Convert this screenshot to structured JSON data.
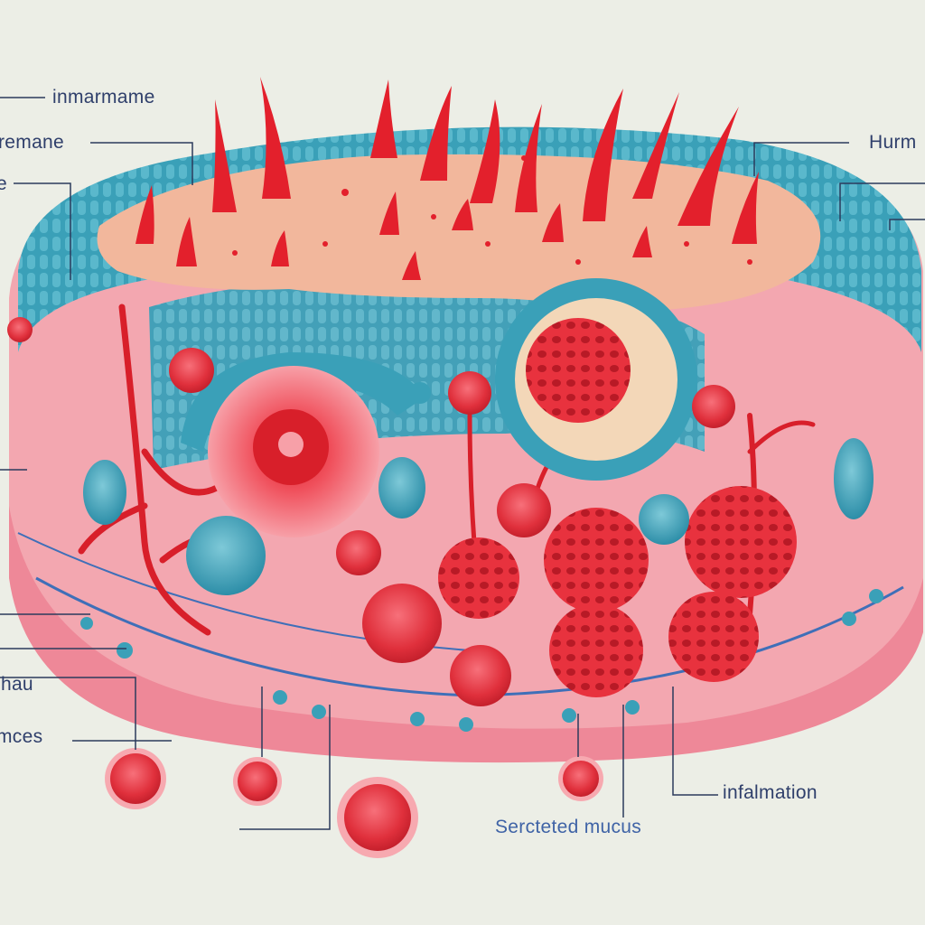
{
  "labels": {
    "top_left_1": "inmarmame",
    "top_left_2": "remane",
    "top_left_3": "e",
    "top_right": "Hurm",
    "mid_left": "ihau",
    "low_left": "mces",
    "right_low": "infalmation",
    "bottom_center": "Sercteted mucus"
  },
  "colors": {
    "background": "#eceee6",
    "epithelium_blue": "#3aa0b8",
    "tissue_pink": "#f3a7b0",
    "inflamed_red": "#e3202c",
    "surface_peach": "#f2b79c",
    "leader_line": "#2b3a5c"
  }
}
